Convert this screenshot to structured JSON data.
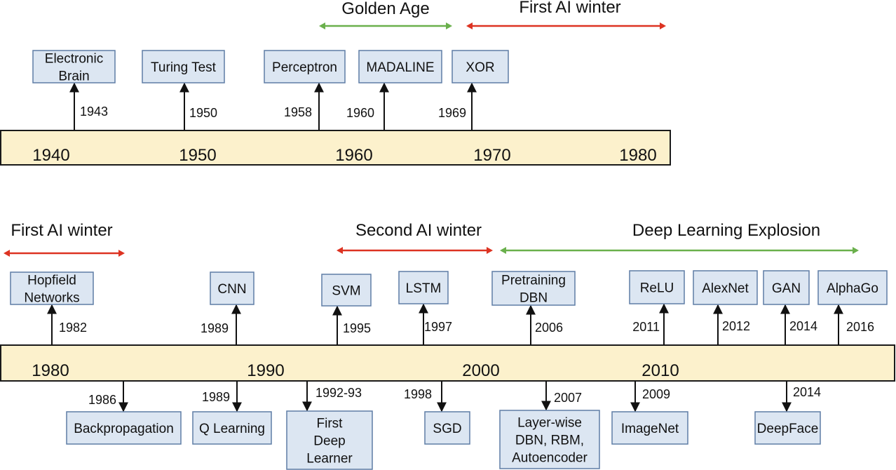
{
  "colors": {
    "bar_fill": "#fcf1cc",
    "bar_stroke": "#1a1a1a",
    "box_fill": "#dce6f2",
    "box_stroke": "#5f7da5",
    "arrow": "#111111",
    "era_green": "#6ab04c",
    "era_red": "#dd3322"
  },
  "panels": [
    {
      "id": "top",
      "decades": [
        "1940",
        "1950",
        "1960",
        "1970",
        "1980"
      ],
      "eras": [
        {
          "label": "Golden Age",
          "color": "green"
        },
        {
          "label": "First AI winter",
          "color": "red"
        }
      ],
      "events": [
        {
          "name": [
            "Electronic",
            "Brain"
          ],
          "year": "1943",
          "side": "above"
        },
        {
          "name": [
            "Turing Test"
          ],
          "year": "1950",
          "side": "above"
        },
        {
          "name": [
            "Perceptron"
          ],
          "year": "1958",
          "side": "above"
        },
        {
          "name": [
            "MADALINE"
          ],
          "year": "1960",
          "side": "above"
        },
        {
          "name": [
            "XOR"
          ],
          "year": "1969",
          "side": "above"
        }
      ]
    },
    {
      "id": "bottom",
      "decades": [
        "1980",
        "1990",
        "2000",
        "2010"
      ],
      "eras": [
        {
          "label": "First AI winter",
          "color": "red"
        },
        {
          "label": "Second AI winter",
          "color": "red"
        },
        {
          "label": "Deep Learning Explosion",
          "color": "green"
        }
      ],
      "events": [
        {
          "name": [
            "Hopfield",
            "Networks"
          ],
          "year": "1982",
          "side": "above"
        },
        {
          "name": [
            "CNN"
          ],
          "year": "1989",
          "side": "above"
        },
        {
          "name": [
            "SVM"
          ],
          "year": "1995",
          "side": "above"
        },
        {
          "name": [
            "LSTM"
          ],
          "year": "1997",
          "side": "above"
        },
        {
          "name": [
            "Pretraining",
            "DBN"
          ],
          "year": "2006",
          "side": "above"
        },
        {
          "name": [
            "ReLU"
          ],
          "year": "2011",
          "side": "above"
        },
        {
          "name": [
            "AlexNet"
          ],
          "year": "2012",
          "side": "above"
        },
        {
          "name": [
            "GAN"
          ],
          "year": "2014",
          "side": "above"
        },
        {
          "name": [
            "AlphaGo"
          ],
          "year": "2016",
          "side": "above"
        },
        {
          "name": [
            "Backpropagation"
          ],
          "year": "1986",
          "side": "below"
        },
        {
          "name": [
            "Q Learning"
          ],
          "year": "1989",
          "side": "below"
        },
        {
          "name": [
            "First",
            "Deep",
            "Learner"
          ],
          "year": "1992-93",
          "side": "below"
        },
        {
          "name": [
            "SGD"
          ],
          "year": "1998",
          "side": "below"
        },
        {
          "name": [
            "Layer-wise",
            "DBN, RBM,",
            "Autoencoder"
          ],
          "year": "2007",
          "side": "below"
        },
        {
          "name": [
            "ImageNet"
          ],
          "year": "2009",
          "side": "below"
        },
        {
          "name": [
            "DeepFace"
          ],
          "year": "2014",
          "side": "below"
        }
      ]
    }
  ]
}
